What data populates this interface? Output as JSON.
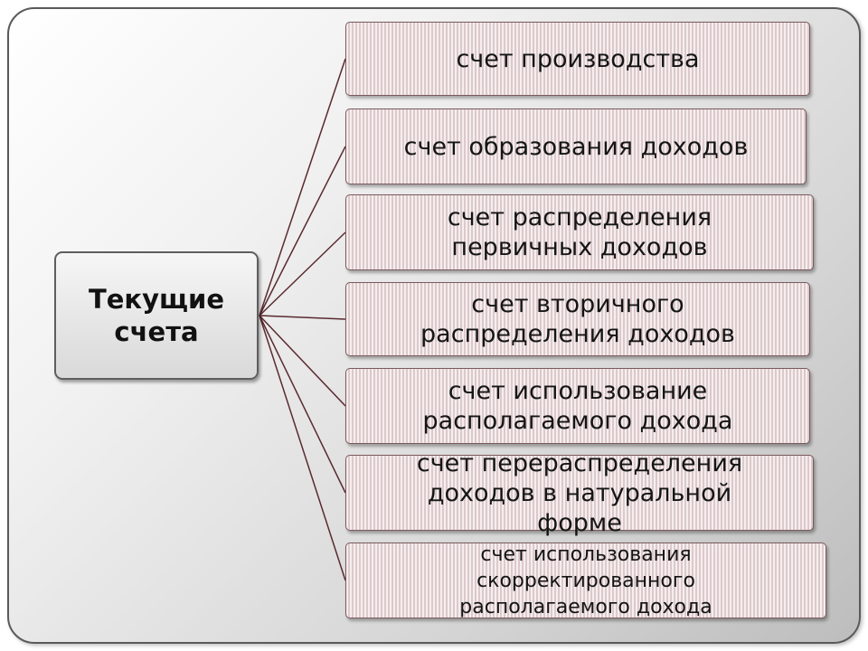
{
  "root": {
    "label": "Текущие\nсчета"
  },
  "accounts": [
    {
      "label": "счет производства"
    },
    {
      "label": "счет образования доходов"
    },
    {
      "label": "счет распределения\nпервичных доходов"
    },
    {
      "label": "счет вторичного\nраспределения доходов"
    },
    {
      "label": "счет использование\nрасполагаемого дохода"
    },
    {
      "label": "счет перераспределения\nдоходов в натуральной\nформе"
    },
    {
      "label": "счет использования\nскорректированного\nрасполагаемого дохода"
    }
  ],
  "colors": {
    "connector": "#5a2a30",
    "child_fill": "#eadadb",
    "root_fill": "#e6e6e6"
  }
}
